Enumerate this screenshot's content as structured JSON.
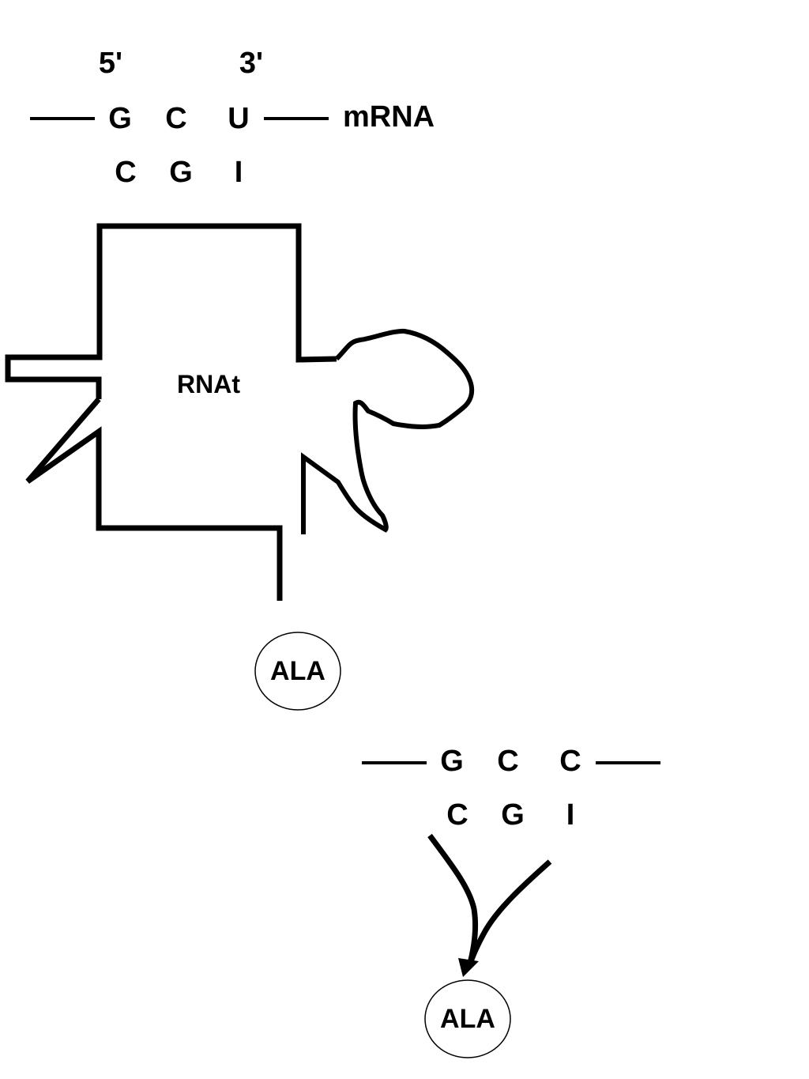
{
  "top": {
    "end_5": "5'",
    "end_3": "3'",
    "codon": [
      "G",
      "C",
      "U"
    ],
    "anticodon": [
      "C",
      "G",
      "I"
    ],
    "strand_label": "mRNA",
    "trna_label": "RNAt",
    "amino_acid": "ALA"
  },
  "bottom": {
    "codon": [
      "G",
      "C",
      "C"
    ],
    "anticodon": [
      "C",
      "G",
      "I"
    ],
    "amino_acid": "ALA"
  },
  "colors": {
    "ink": "#000000",
    "background": "#ffffff"
  }
}
